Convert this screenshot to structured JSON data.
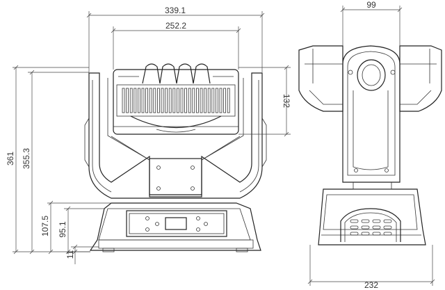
{
  "dimensions": {
    "front_total_width": "339.1",
    "front_head_width": "252.2",
    "head_height": "132",
    "total_height": "361",
    "height_355": "355.3",
    "height_107": "107.5",
    "height_95": "95.1",
    "height_11": "11",
    "side_top_width": "99",
    "side_base_width": "232"
  }
}
